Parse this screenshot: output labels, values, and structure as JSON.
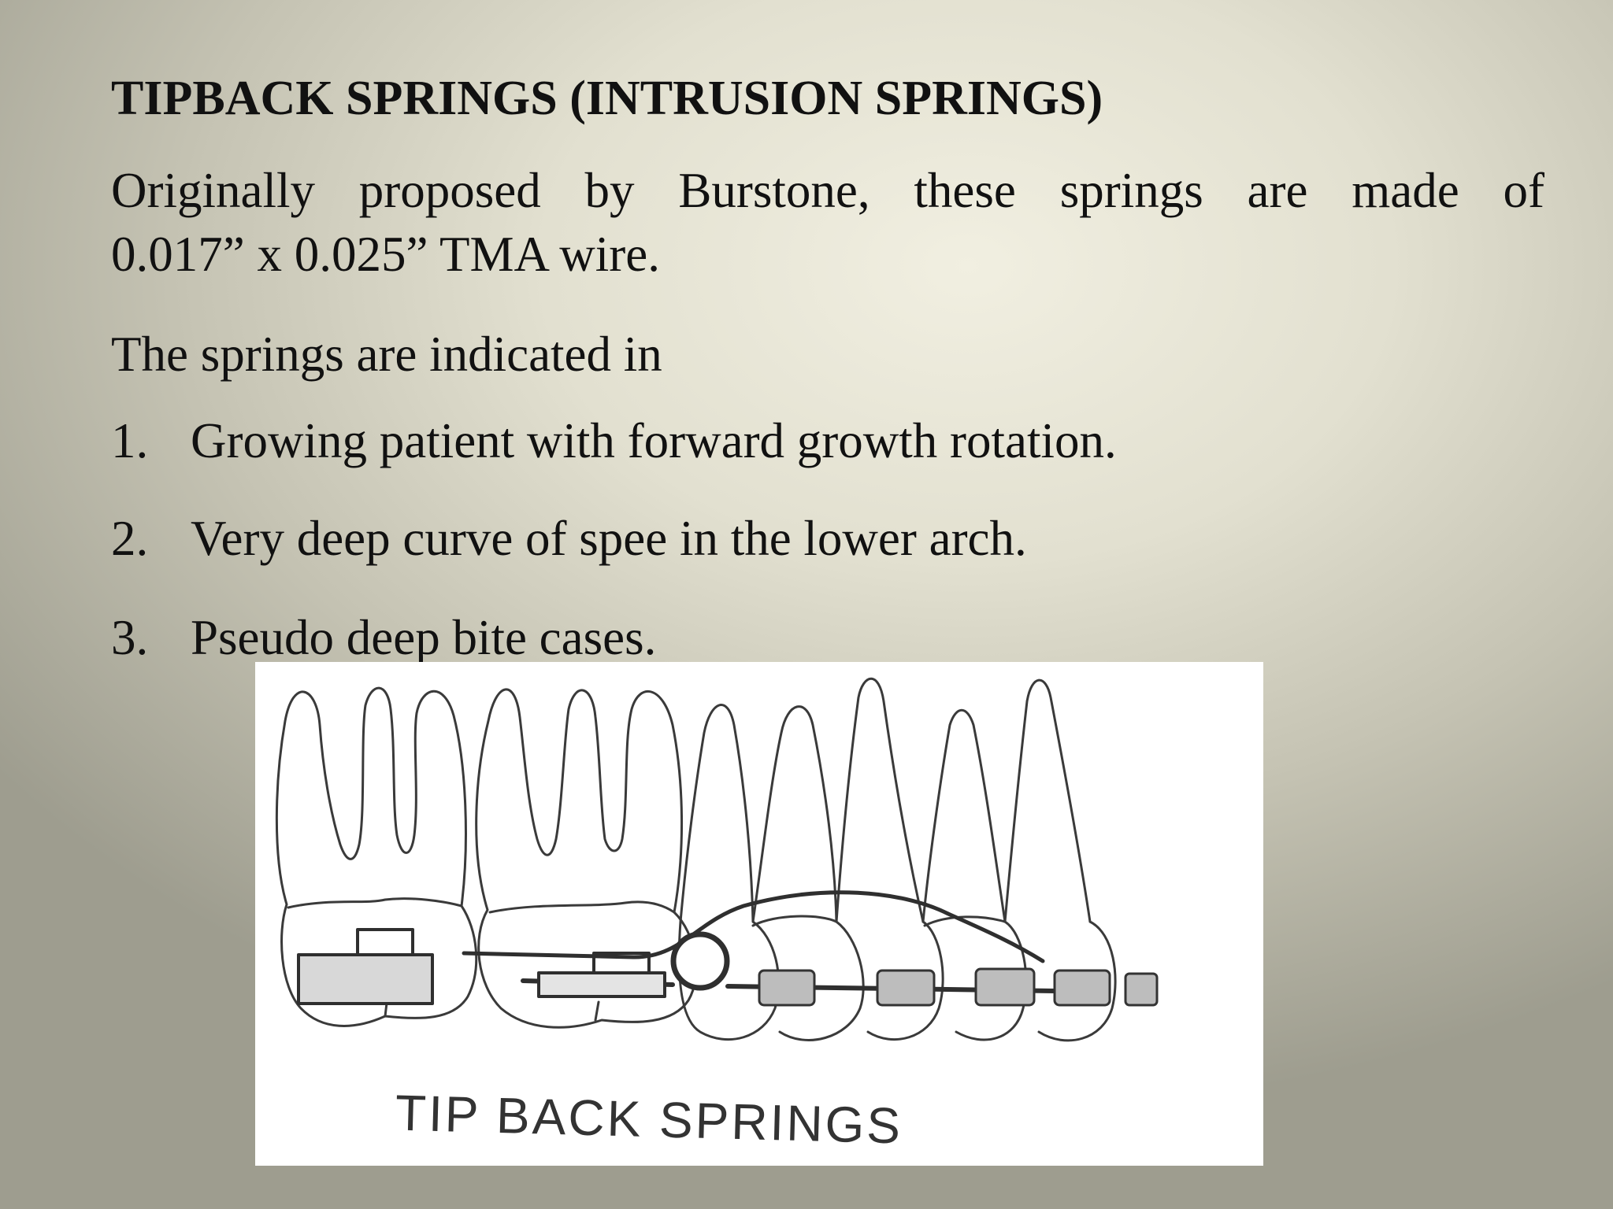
{
  "slide": {
    "title": "TIPBACK SPRINGS (INTRUSION SPRINGS)",
    "intro_line1": "Originally proposed by Burstone, these springs are made of",
    "intro_line2": "0.017” x 0.025” TMA wire.",
    "lead": "The springs are indicated in",
    "indications": [
      {
        "number": "1.",
        "text": "Growing patient with forward growth  rotation."
      },
      {
        "number": "2.",
        "text": "Very deep curve of spee in the lower arch."
      },
      {
        "number": "3.",
        "text": "Pseudo deep bite cases."
      }
    ]
  },
  "figure": {
    "caption": "TIP BACK SPRINGS"
  }
}
